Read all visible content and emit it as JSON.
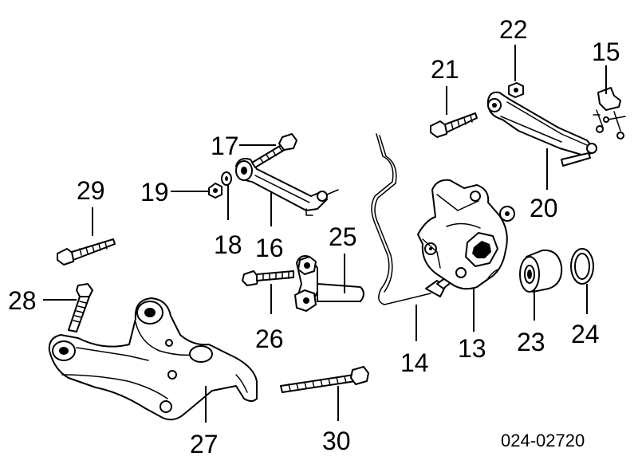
{
  "reference_code": "024-02720",
  "callouts": [
    {
      "id": "13",
      "label": "13"
    },
    {
      "id": "14",
      "label": "14"
    },
    {
      "id": "15",
      "label": "15"
    },
    {
      "id": "16",
      "label": "16"
    },
    {
      "id": "17",
      "label": "17"
    },
    {
      "id": "18",
      "label": "18"
    },
    {
      "id": "19",
      "label": "19"
    },
    {
      "id": "20",
      "label": "20"
    },
    {
      "id": "21",
      "label": "21"
    },
    {
      "id": "22",
      "label": "22"
    },
    {
      "id": "23",
      "label": "23"
    },
    {
      "id": "24",
      "label": "24"
    },
    {
      "id": "25",
      "label": "25"
    },
    {
      "id": "26",
      "label": "26"
    },
    {
      "id": "27",
      "label": "27"
    },
    {
      "id": "28",
      "label": "28"
    },
    {
      "id": "29",
      "label": "29"
    },
    {
      "id": "30",
      "label": "30"
    }
  ]
}
